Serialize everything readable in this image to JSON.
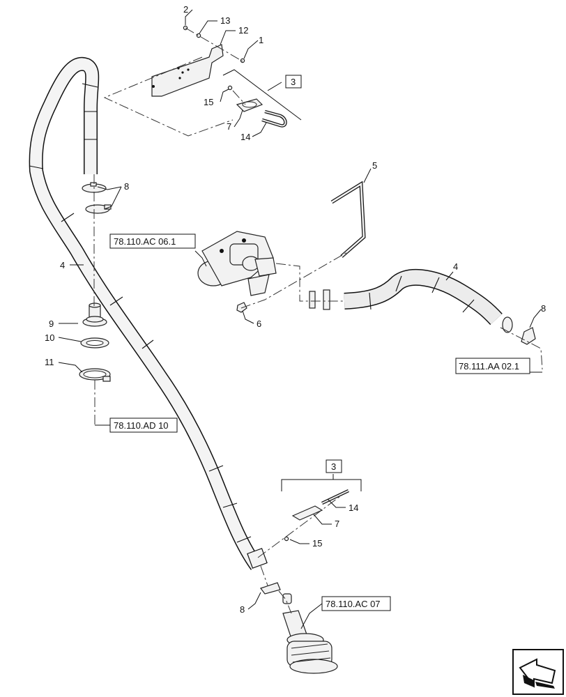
{
  "callouts": {
    "c1": "1",
    "c2": "2",
    "c3a": "3",
    "c3b": "3",
    "c4a": "4",
    "c4b": "4",
    "c5": "5",
    "c6": "6",
    "c7a": "7",
    "c7b": "7",
    "c8a": "8",
    "c8b": "8",
    "c8c": "8",
    "c9": "9",
    "c10": "10",
    "c11": "11",
    "c12": "12",
    "c13": "13",
    "c14a": "14",
    "c14b": "14",
    "c15a": "15",
    "c15b": "15"
  },
  "references": {
    "ref_ac06": "78.110.AC 06.1",
    "ref_aa02": "78.111.AA 02.1",
    "ref_ad10": "78.110.AD 10",
    "ref_ac07": "78.110.AC 07"
  },
  "icons": {
    "nav": "next-page-arrow-icon"
  }
}
